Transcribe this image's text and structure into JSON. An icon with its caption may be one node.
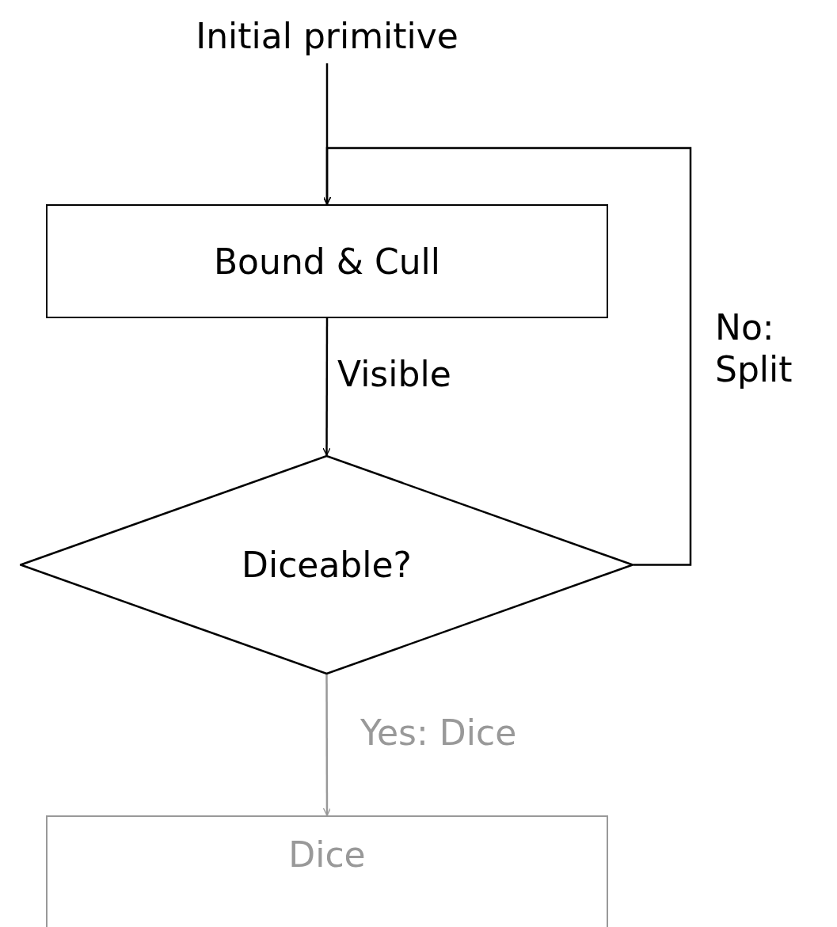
{
  "diagram": {
    "nodes": [
      {
        "text": [
          "Initial primitive"
        ]
      },
      {
        "text": [
          "Bound & Cull"
        ]
      },
      {
        "text": [
          "Diceable?"
        ]
      },
      {
        "text": [
          "Dice"
        ]
      }
    ],
    "edges": [
      {
        "from": 0,
        "to": 1,
        "arrow": "to"
      },
      {
        "from": 1,
        "to": 2,
        "arrow": "to",
        "label": "Visible"
      },
      {
        "from": 2,
        "to": 1,
        "arrow": "to",
        "label": "No: Split"
      },
      {
        "from": 2,
        "to": 3,
        "arrow": "to",
        "label": "Yes: Dice",
        "color": "#999999"
      }
    ]
  }
}
